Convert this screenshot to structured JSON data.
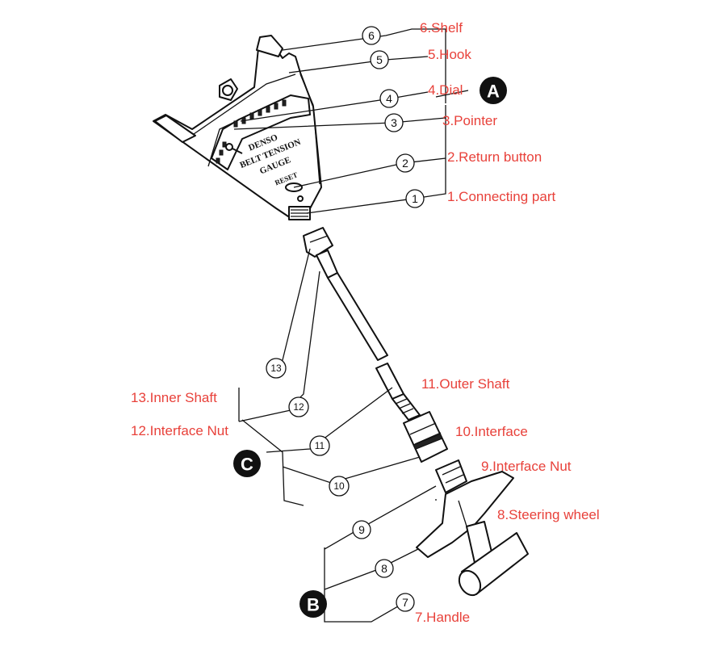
{
  "callouts": [
    {
      "num": "6",
      "label": "6.Shelf"
    },
    {
      "num": "5",
      "label": "5.Hook"
    },
    {
      "num": "4",
      "label": "4.Dial"
    },
    {
      "num": "3",
      "label": "3.Pointer"
    },
    {
      "num": "2",
      "label": "2.Return button"
    },
    {
      "num": "1",
      "label": "1.Connecting part"
    },
    {
      "num": "13",
      "label": "13.Inner Shaft"
    },
    {
      "num": "12",
      "label": "12.Interface Nut"
    },
    {
      "num": "11",
      "label": "11.Outer Shaft"
    },
    {
      "num": "10",
      "label": "10.Interface"
    },
    {
      "num": "9",
      "label": "9.Interface Nut"
    },
    {
      "num": "8",
      "label": "8.Steering wheel"
    },
    {
      "num": "7",
      "label": "7.Handle"
    }
  ],
  "groups": {
    "a": "A",
    "b": "B",
    "c": "C"
  },
  "gauge_text": {
    "brand": "DENSO",
    "line1": "BELT TENSION",
    "line2": "GAUGE",
    "reset": "RESET"
  },
  "colors": {
    "label": "#e8413a",
    "ink": "#111111",
    "badge": "#111111"
  }
}
